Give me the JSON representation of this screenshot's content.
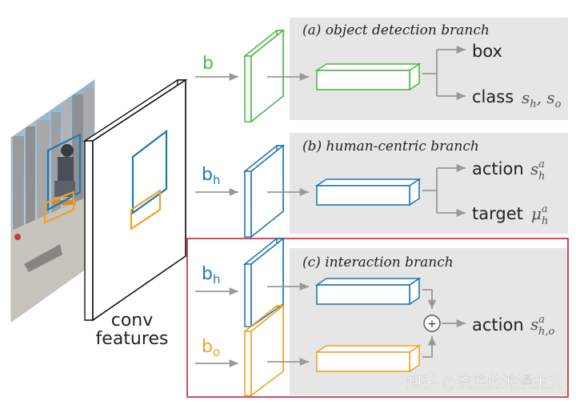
{
  "colors": {
    "green": "#4db848",
    "blue": "#1f78b4",
    "orange": "#f2a127",
    "red": "#c8252c",
    "panel": "#e6e6e6",
    "arrow": "#999999",
    "text": "#222222"
  },
  "image": {
    "icon": "photo-skateboarder-icon"
  },
  "conv_features": {
    "label_line1": "conv",
    "label_line2": "features"
  },
  "branch_a": {
    "title": "(a) object detection branch",
    "input_label": "b",
    "output1": "box",
    "output2": "class",
    "output2_score": "s",
    "output2_sub1": "h",
    "output2_sep": ", ",
    "output2_sub2": "o"
  },
  "branch_b": {
    "title": "(b) human-centric branch",
    "input_label": "b",
    "input_sub": "h",
    "output1": "action",
    "output1_sym": "s",
    "output1_sup": "a",
    "output1_sub": "h",
    "output2": "target",
    "output2_sym": "μ",
    "output2_sup": "a",
    "output2_sub": "h"
  },
  "branch_c": {
    "title": "(c) interaction branch",
    "input1_label": "b",
    "input1_sub": "h",
    "input2_label": "b",
    "input2_sub": "o",
    "plus": "+",
    "output1": "action",
    "output1_sym": "s",
    "output1_sup": "a",
    "output1_sub": "h,o"
  },
  "watermark": {
    "text": "知乎 @流浪的浪漫主义"
  }
}
